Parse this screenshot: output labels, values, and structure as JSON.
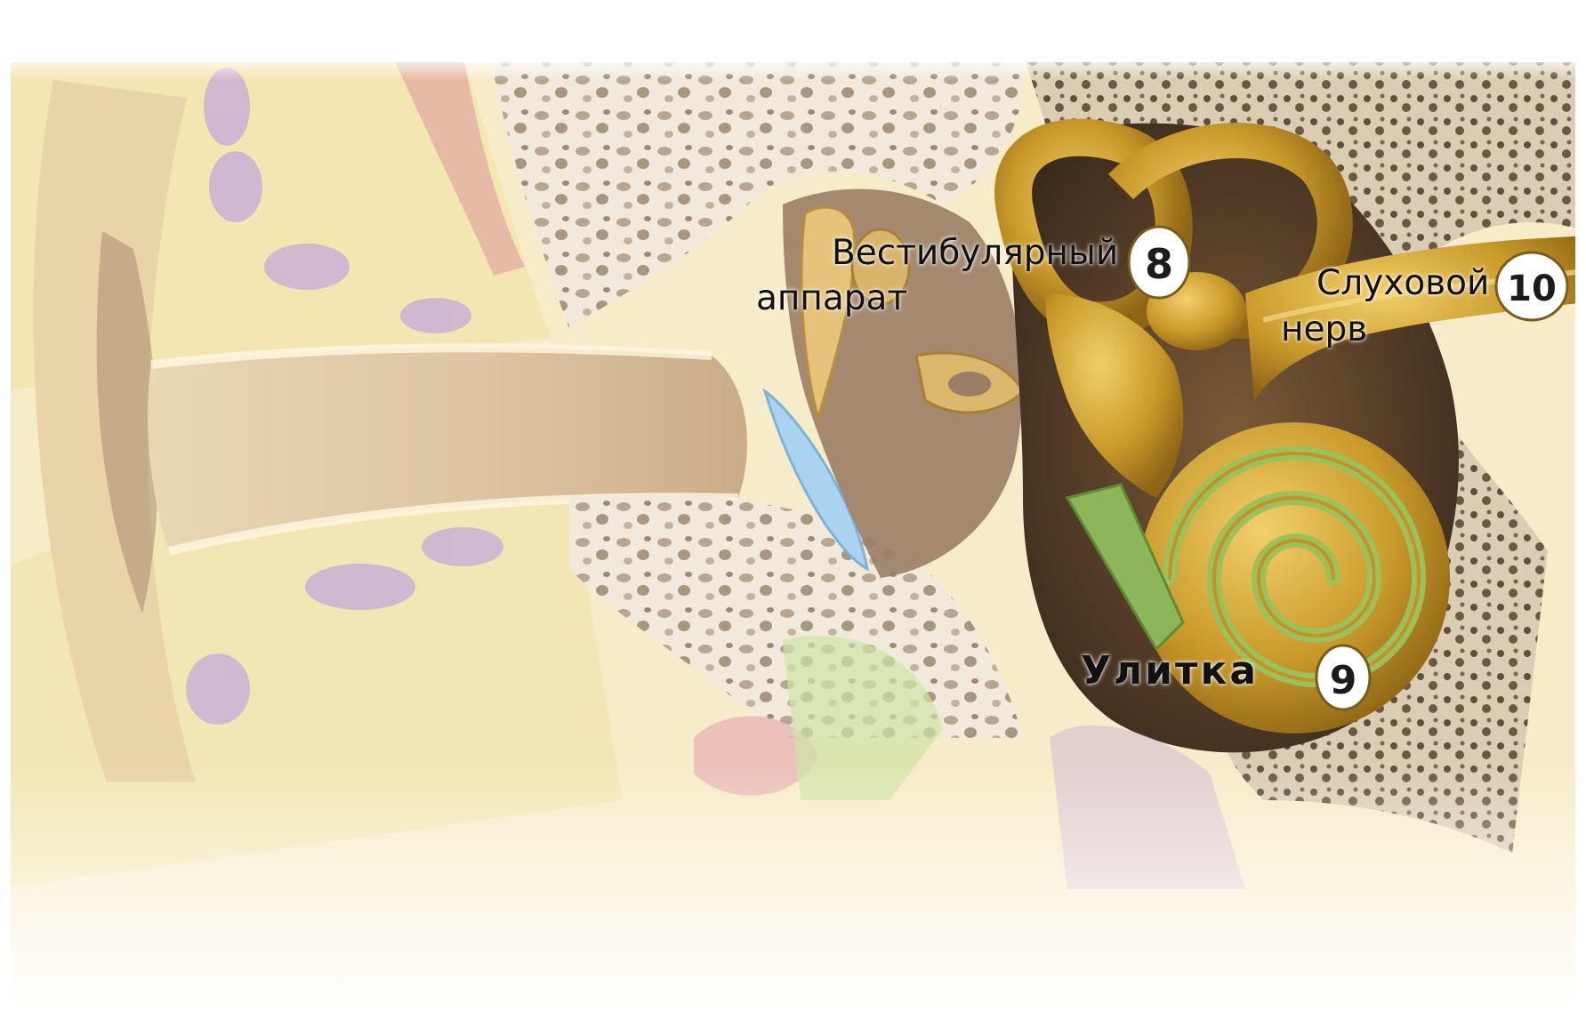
{
  "labels": {
    "vestibular_line1": "Вестибулярный",
    "vestibular_line2": "аппарат",
    "nerve_line1": "Слуховой",
    "nerve_line2": "нерв",
    "cochlea": "Улитка"
  },
  "badges": {
    "vestibular": "8",
    "cochlea": "9",
    "nerve": "10"
  },
  "colors": {
    "skin": "#f3e3b8",
    "bone": "#efe6d8",
    "canal": "#d9c4a2",
    "purple_fat": "#c6a9d0",
    "gold": "#c89a2a",
    "gold_light": "#e8bf55",
    "eardrum_blue": "#a9d3ee",
    "cochlea_green": "#9bc15a",
    "dark_bone": "#4a3a2c"
  }
}
